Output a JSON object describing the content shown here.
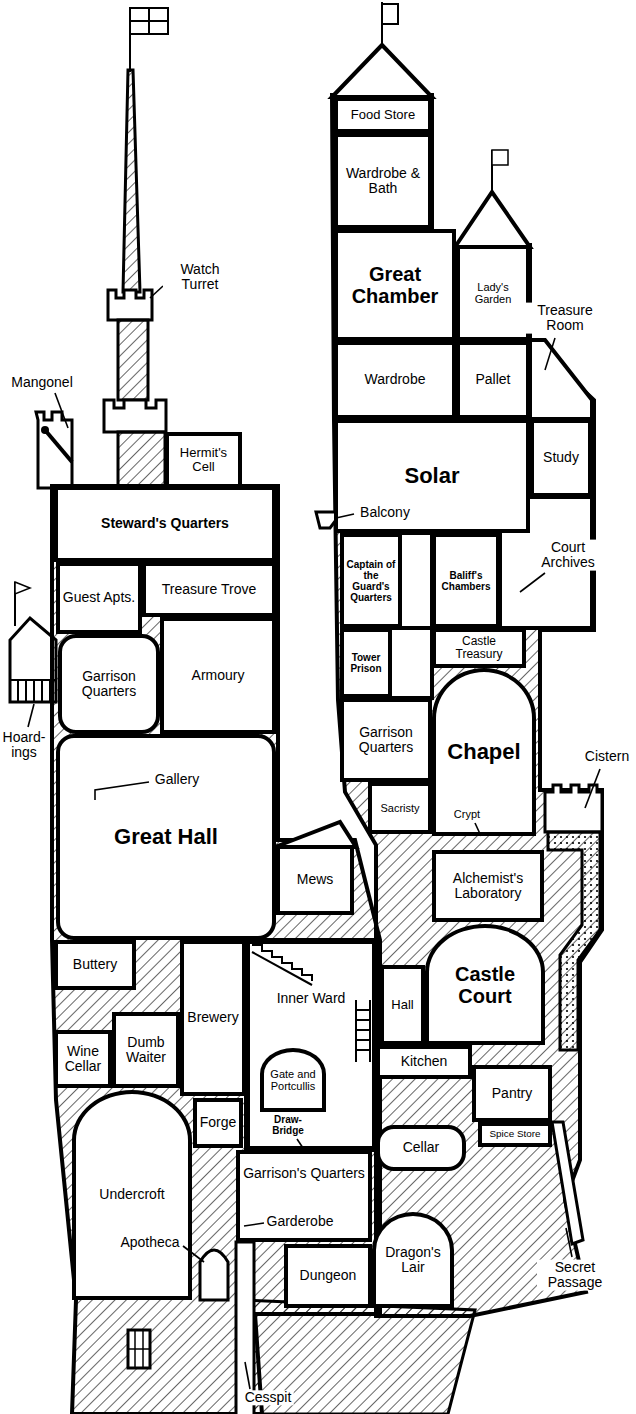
{
  "diagram": {
    "nodes": [
      {
        "text": [
          "Food Store"
        ]
      },
      {
        "text": [
          "Wardrobe & Bath"
        ]
      },
      {
        "text": [
          "Great Chamber"
        ]
      },
      {
        "text": [
          "Lady's Garden"
        ]
      },
      {
        "text": [
          "Wardrobe"
        ]
      },
      {
        "text": [
          "Pallet"
        ]
      },
      {
        "text": [
          "Hermit's Cell"
        ]
      },
      {
        "text": [
          "Solar"
        ]
      },
      {
        "text": [
          "Study"
        ]
      },
      {
        "text": [
          "Steward's Quarters"
        ]
      },
      {
        "text": [
          "Captain of the Guard's Quarters"
        ]
      },
      {
        "text": [
          "Baliff's Chambers"
        ]
      },
      {
        "text": [
          "Guest Apts."
        ]
      },
      {
        "text": [
          "Treasure Trove"
        ]
      },
      {
        "text": [
          "Castle Treasury"
        ]
      },
      {
        "text": [
          "Tower Prison"
        ]
      },
      {
        "text": [
          "Garrison Quarters"
        ]
      },
      {
        "text": [
          "Armoury"
        ]
      },
      {
        "text": [
          "Garrison Quarters"
        ]
      },
      {
        "text": [
          "Chapel"
        ]
      },
      {
        "text": [
          "Great Hall"
        ]
      },
      {
        "text": [
          "Sacristy"
        ]
      },
      {
        "text": [
          "Mews"
        ]
      },
      {
        "text": [
          "Alchemist's Laboratory"
        ]
      },
      {
        "text": [
          "Castle Court"
        ]
      },
      {
        "text": [
          "Buttery"
        ]
      },
      {
        "text": [
          "Brewery"
        ]
      },
      {
        "text": [
          "Inner Ward"
        ]
      },
      {
        "text": [
          "Hall"
        ]
      },
      {
        "text": [
          "Wine Cellar"
        ]
      },
      {
        "text": [
          "Dumb Waiter"
        ]
      },
      {
        "text": [
          "Gate and Portcullis"
        ],
        "in": 27
      },
      {
        "text": [
          "Kitchen"
        ]
      },
      {
        "text": [
          "Pantry"
        ]
      },
      {
        "text": [
          "Spice Store"
        ]
      },
      {
        "text": [
          "Forge"
        ]
      },
      {
        "text": [
          "Cellar"
        ]
      },
      {
        "text": [
          "Undercroft"
        ]
      },
      {
        "text": [
          "Garrison's Quarters"
        ]
      },
      {
        "text": [
          "Dragon's Lair"
        ]
      },
      {
        "text": [
          "Dungeon"
        ]
      }
    ],
    "labels": [
      "Watch Turret",
      "Mangonel",
      "Treasure Room",
      "Balcony",
      "Court Archives",
      "Hoard- ings",
      "Gallery",
      "Cistern",
      "Crypt",
      "Draw- Bridge",
      "Secret Passage",
      "Garderobe",
      "Apotheca",
      "Cesspit"
    ]
  }
}
